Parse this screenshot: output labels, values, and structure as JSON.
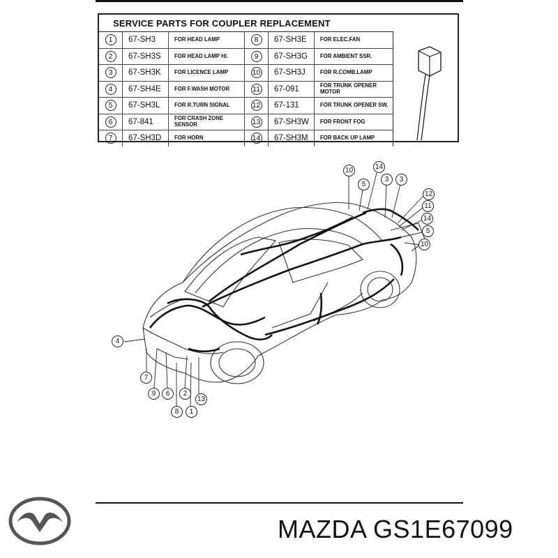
{
  "table": {
    "title": "SERVICE PARTS FOR COUPLER REPLACEMENT",
    "rows": [
      {
        "left": {
          "num": "1",
          "part": "67-SH3",
          "desc": "FOR HEAD LAMP"
        },
        "right": {
          "num": "8",
          "part": "67-SH3E",
          "desc": "FOR ELEC.FAN"
        }
      },
      {
        "left": {
          "num": "2",
          "part": "67-SH3S",
          "desc": "FOR HEAD LAMP HI."
        },
        "right": {
          "num": "9",
          "part": "67-SH3G",
          "desc": "FOR AMBIENT SSR."
        }
      },
      {
        "left": {
          "num": "3",
          "part": "67-SH3K",
          "desc": "FOR LICENCE LAMP"
        },
        "right": {
          "num": "10",
          "part": "67-SH3J",
          "desc": "FOR R.COMB.LAMP"
        }
      },
      {
        "left": {
          "num": "4",
          "part": "67-SH4E",
          "desc": "FOR F.WASH MOTOR"
        },
        "right": {
          "num": "11",
          "part": "67-091",
          "desc": "FOR TRUNK OPENER MOTOR"
        }
      },
      {
        "left": {
          "num": "5",
          "part": "67-SH3L",
          "desc": "FOR R.TURN SIGNAL"
        },
        "right": {
          "num": "12",
          "part": "67-131",
          "desc": "FOR TRUNK OPENER SW."
        }
      },
      {
        "left": {
          "num": "6",
          "part": "67-841",
          "desc": "FOR CRASH ZONE SENSOR"
        },
        "right": {
          "num": "13",
          "part": "67-SH3W",
          "desc": "FOR FRONT FOG"
        }
      },
      {
        "left": {
          "num": "7",
          "part": "67-SH3D",
          "desc": "FOR HORN"
        },
        "right": {
          "num": "14",
          "part": "67-SH3M",
          "desc": "FOR BACK UP LAMP"
        }
      }
    ]
  },
  "callouts": {
    "rear": [
      "10",
      "14",
      "5",
      "3",
      "3",
      "12",
      "11",
      "14",
      "5",
      "10"
    ],
    "front": [
      "4",
      "7",
      "9",
      "6",
      "2",
      "13",
      "8",
      "1"
    ]
  },
  "footer": {
    "brand": "MAZDA",
    "part_number": "GS1E67099",
    "logo_icon": "mazda-logo-icon"
  }
}
